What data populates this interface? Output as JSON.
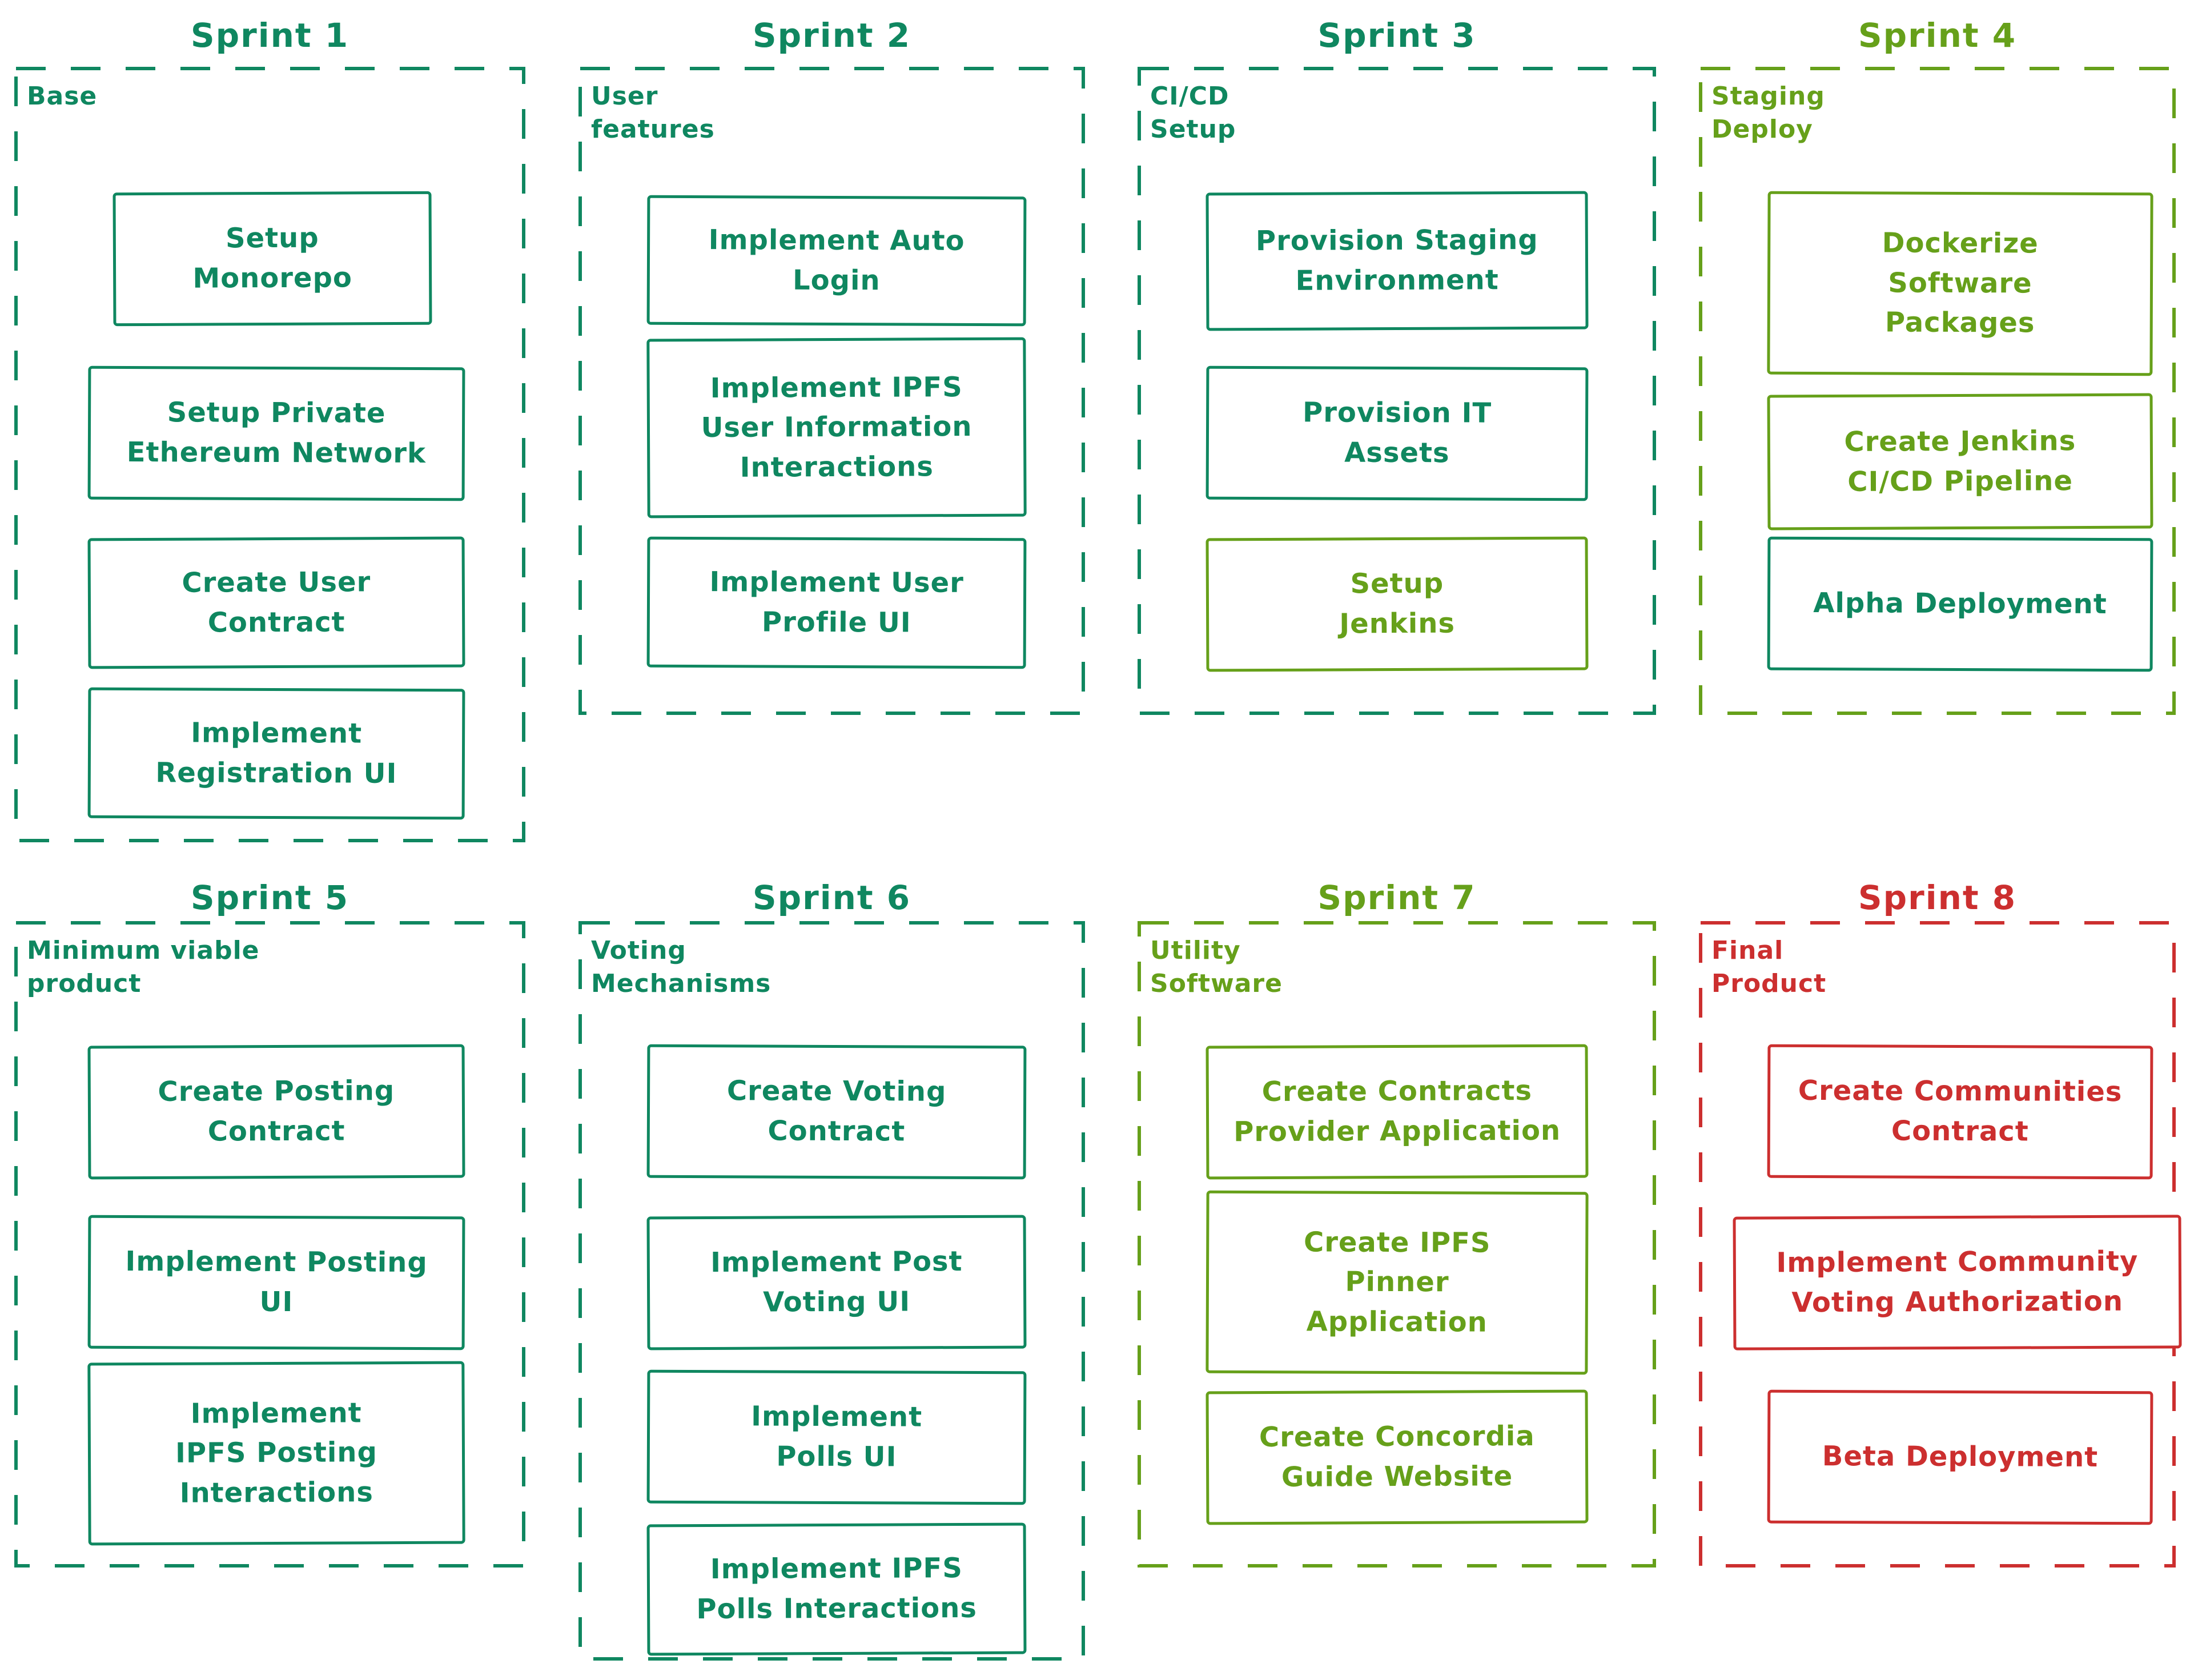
{
  "palette": {
    "teal": "#0f8760",
    "olive": "#66a01a",
    "red": "#cc2f2f",
    "background": "#ffffff"
  },
  "sprints": [
    {
      "title": "Sprint 1",
      "group_label": "Base",
      "color": "teal",
      "tasks": [
        {
          "label": "Setup\nMonorepo"
        },
        {
          "label": "Setup Private\nEthereum Network"
        },
        {
          "label": "Create User\nContract"
        },
        {
          "label": "Implement\nRegistration UI"
        }
      ]
    },
    {
      "title": "Sprint 2",
      "group_label": "User\nfeatures",
      "color": "teal",
      "tasks": [
        {
          "label": "Implement Auto\nLogin"
        },
        {
          "label": "Implement IPFS\nUser Information\nInteractions"
        },
        {
          "label": "Implement User\nProfile UI"
        }
      ]
    },
    {
      "title": "Sprint 3",
      "group_label": "CI/CD\nSetup",
      "color": "teal",
      "tasks": [
        {
          "label": "Provision Staging\nEnvironment"
        },
        {
          "label": "Provision IT\nAssets"
        },
        {
          "label": "Setup\nJenkins"
        }
      ]
    },
    {
      "title": "Sprint 4",
      "group_label": "Staging\nDeploy",
      "color": "olive",
      "tasks": [
        {
          "label": "Dockerize\nSoftware\nPackages"
        },
        {
          "label": "Create Jenkins\nCI/CD Pipeline"
        },
        {
          "label": "Alpha Deployment"
        }
      ]
    },
    {
      "title": "Sprint 5",
      "group_label": "Minimum viable\nproduct",
      "color": "teal",
      "tasks": [
        {
          "label": "Create Posting\nContract"
        },
        {
          "label": "Implement Posting\nUI"
        },
        {
          "label": "Implement\nIPFS Posting\nInteractions"
        }
      ]
    },
    {
      "title": "Sprint 6",
      "group_label": "Voting\nMechanisms",
      "color": "teal",
      "tasks": [
        {
          "label": "Create Voting\nContract"
        },
        {
          "label": "Implement Post\nVoting UI"
        },
        {
          "label": "Implement\nPolls UI"
        },
        {
          "label": "Implement IPFS\nPolls Interactions"
        }
      ]
    },
    {
      "title": "Sprint 7",
      "group_label": "Utility\nSoftware",
      "color": "olive",
      "tasks": [
        {
          "label": "Create Contracts\nProvider Application"
        },
        {
          "label": "Create IPFS\nPinner\nApplication"
        },
        {
          "label": "Create Concordia\nGuide Website"
        }
      ]
    },
    {
      "title": "Sprint 8",
      "group_label": "Final\nProduct",
      "color": "red",
      "tasks": [
        {
          "label": "Create Communities\nContract"
        },
        {
          "label": "Implement Community\nVoting Authorization"
        },
        {
          "label": "Beta Deployment"
        }
      ]
    }
  ]
}
